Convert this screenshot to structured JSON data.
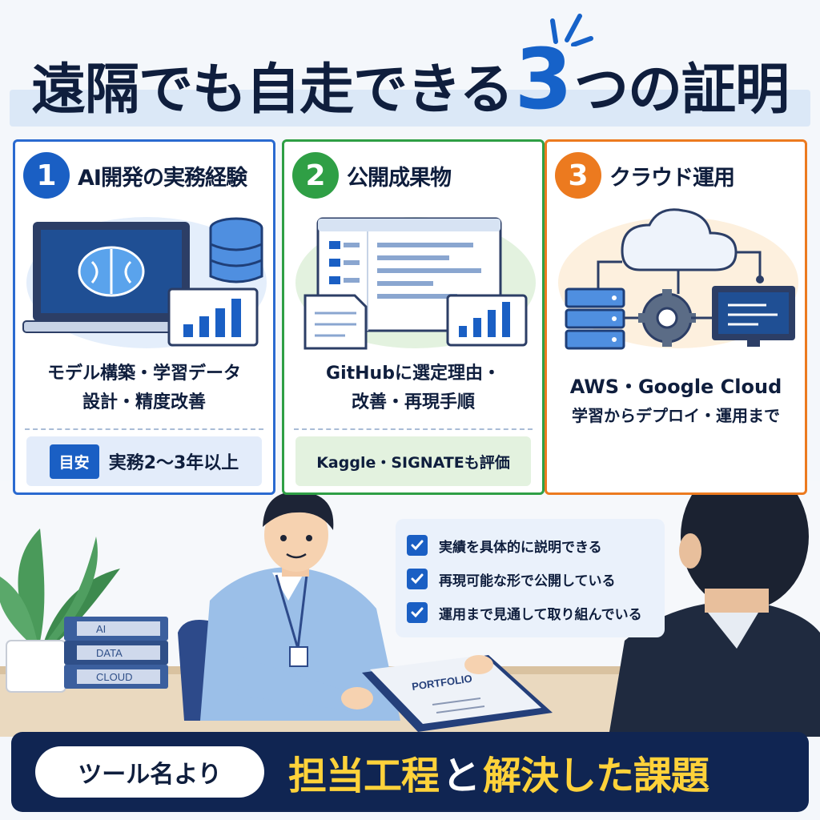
{
  "title": {
    "before_number": "遠隔でも自走できる",
    "number": "3",
    "after_number": "つの証明"
  },
  "cards": [
    {
      "number": "1",
      "title": "AI開発の実務経験",
      "desc_lines": [
        "モデル構築・学習データ",
        "設計・精度改善"
      ],
      "tag": "目安",
      "footer": "実務2〜3年以上",
      "color": "#1a5fc4"
    },
    {
      "number": "2",
      "title": "公開成果物",
      "desc_lines": [
        "GitHubに選定理由・",
        "改善・再現手順"
      ],
      "footer": "Kaggle・SIGNATEも評価",
      "color": "#2f9f45"
    },
    {
      "number": "3",
      "title": "クラウド運用",
      "desc_lines": [
        "AWS・Google Cloud",
        "学習からデプロイ・運用まで"
      ],
      "color": "#ec7a1f"
    }
  ],
  "checklist": [
    "実績を具体的に説明できる",
    "再現可能な形で公開している",
    "運用まで見通して取り組んでいる"
  ],
  "scene": {
    "books": [
      "AI",
      "DATA",
      "CLOUD"
    ],
    "portfolio_label": "PORTFOLIO"
  },
  "banner": {
    "pill": "ツール名より",
    "part1": "担当工程",
    "connector": "と",
    "part2": "解決した課題"
  },
  "colors": {
    "navy": "#102552",
    "blue": "#1a5fc4",
    "green": "#2f9f45",
    "orange": "#ec7a1f",
    "yellow": "#ffd23a"
  }
}
